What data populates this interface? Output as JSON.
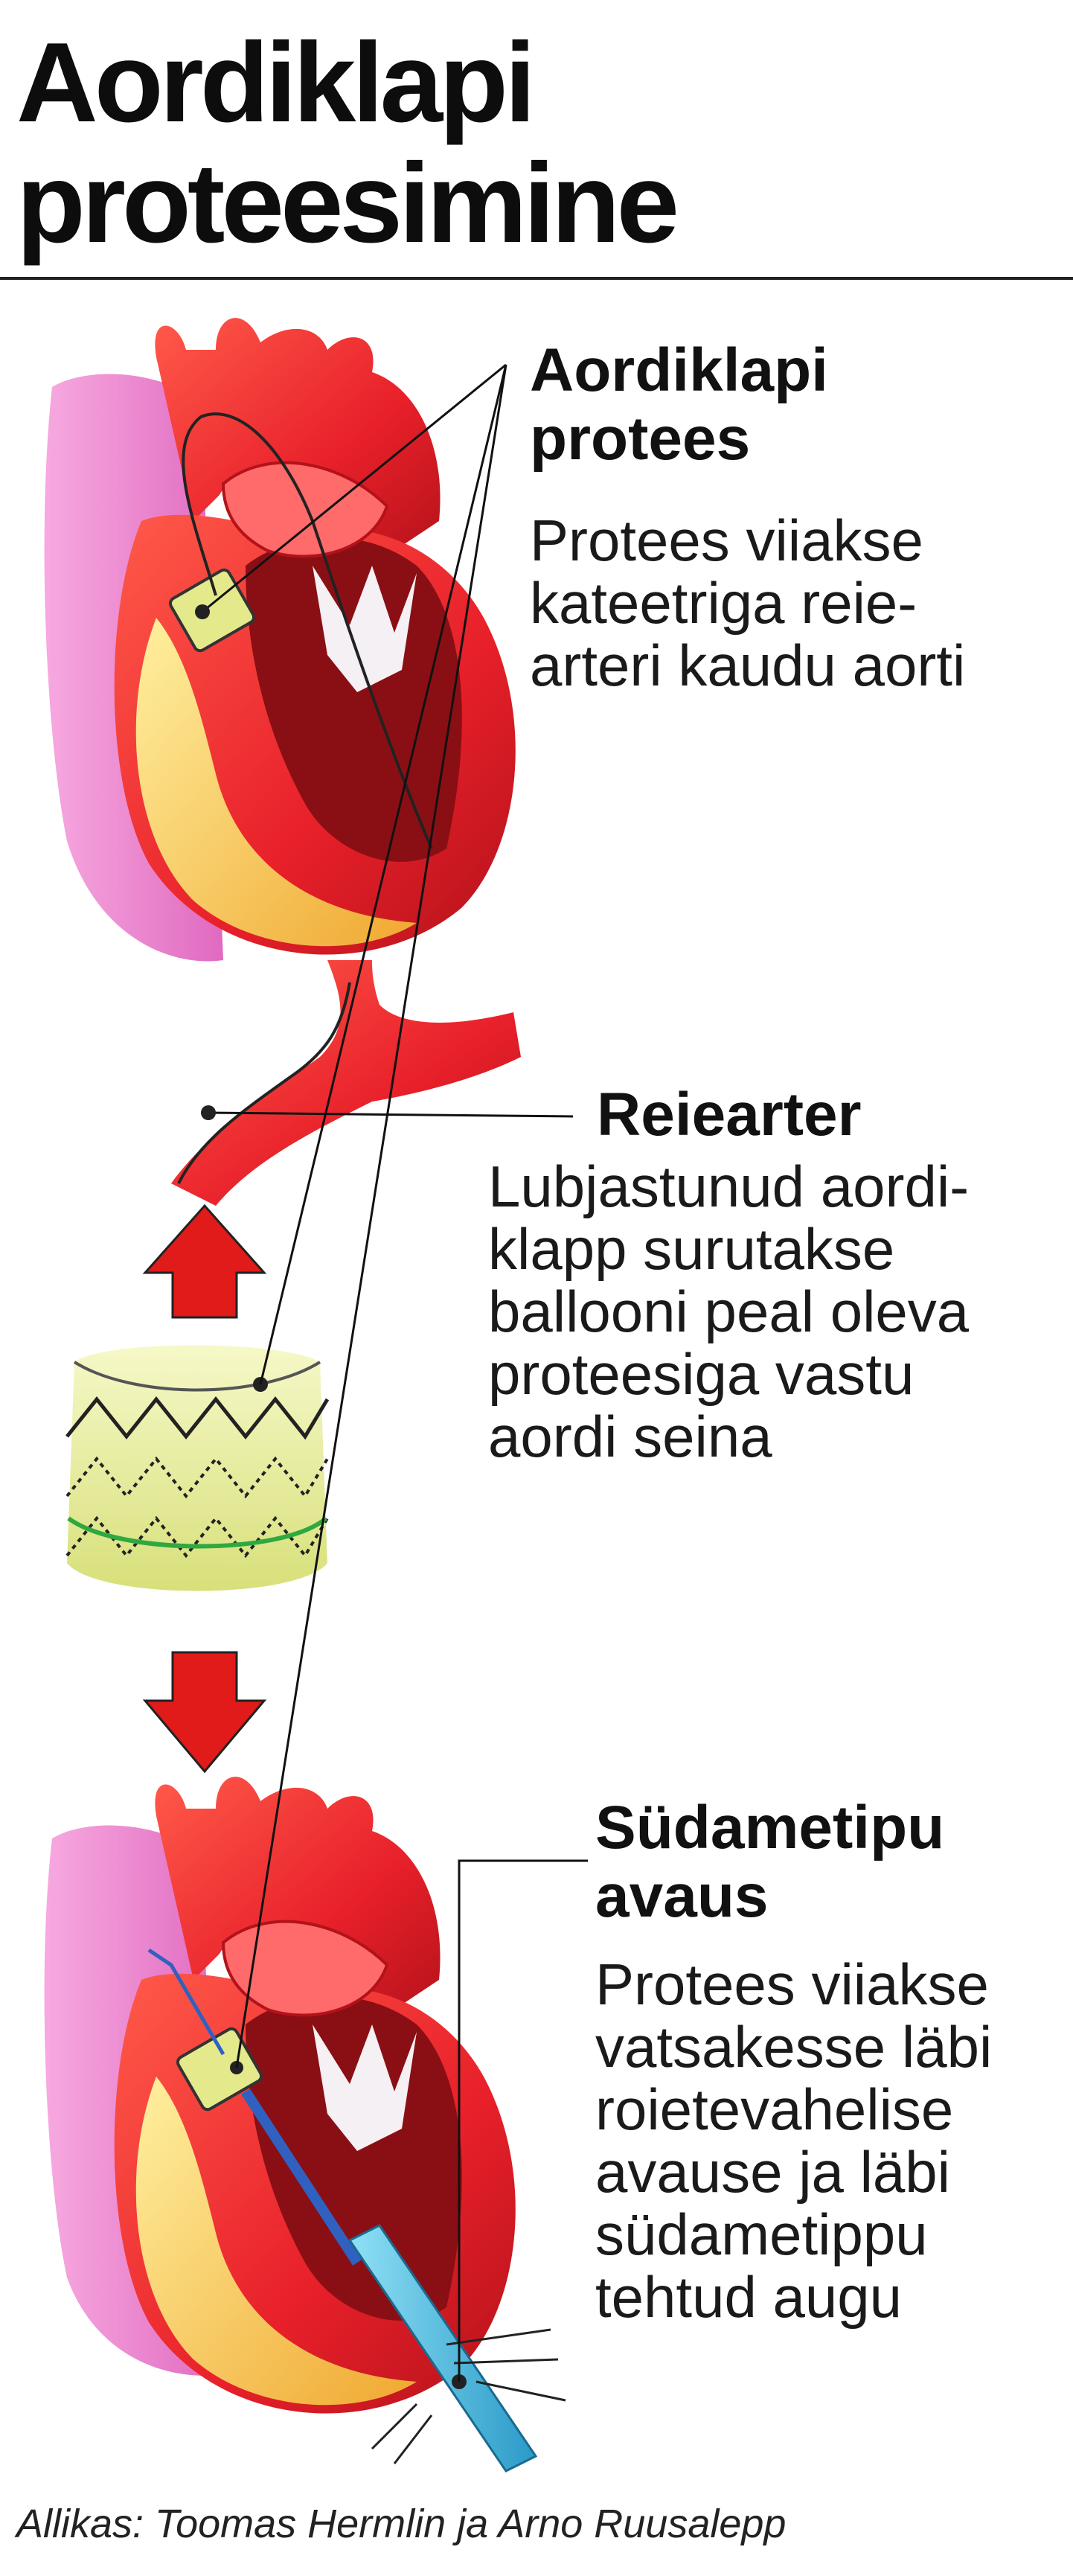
{
  "title": {
    "line1": "Aordiklapi",
    "line2": "proteesimine"
  },
  "labels": {
    "prosthesis": {
      "heading": "Aordiklapi\nprotees",
      "text": "Protees  viiakse\nkateetriga reie-\narteri kaudu aorti"
    },
    "femoral_artery": {
      "heading": "Reiearter",
      "text": "Lubjastunud aordi-\nklapp surutakse\nballooni peal oleva\nproteesiga vastu\naordi seina"
    },
    "apex_opening": {
      "heading": "Südametipu\navaus",
      "text": "Protees viiakse\nvatsakesse läbi\nroietevahelise\navause ja läbi\nsüdametippu\ntehtud augu"
    }
  },
  "source": "Allikas: Toomas Hermlin ja Arno Ruusalepp",
  "colors": {
    "heart_red": "#e8202a",
    "heart_dark": "#8a0f14",
    "vessel_pink": "#e878c8",
    "fat_yellow": "#f5c64a",
    "valve_yellow": "#e8eea0",
    "arrow_red": "#e11a1a",
    "catheter_blue": "#4fb8d8"
  }
}
